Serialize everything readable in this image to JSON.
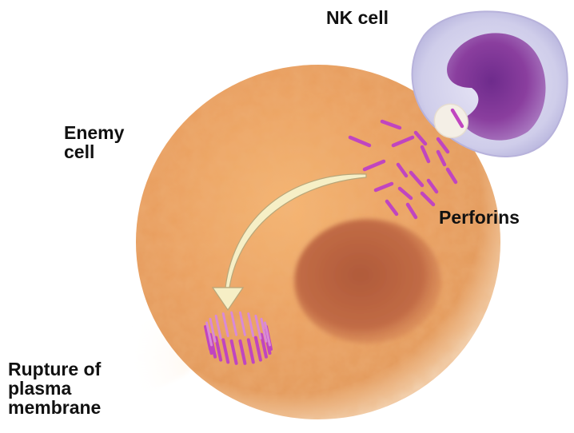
{
  "labels": {
    "nk_cell": "NK cell",
    "enemy_cell_line1": "Enemy",
    "enemy_cell_line2": "cell",
    "perforins": "Perforins",
    "rupture_line1": "Rupture of",
    "rupture_line2": "plasma",
    "rupture_line3": "membrane"
  },
  "colors": {
    "enemy_cell": "#e9a05e",
    "enemy_nucleus": "#b8603e",
    "nk_cell_body": "#d7d6ef",
    "nk_nucleus": "#8a3e9c",
    "perforin": "#c045c0",
    "arrow": "#f6f0c8"
  }
}
